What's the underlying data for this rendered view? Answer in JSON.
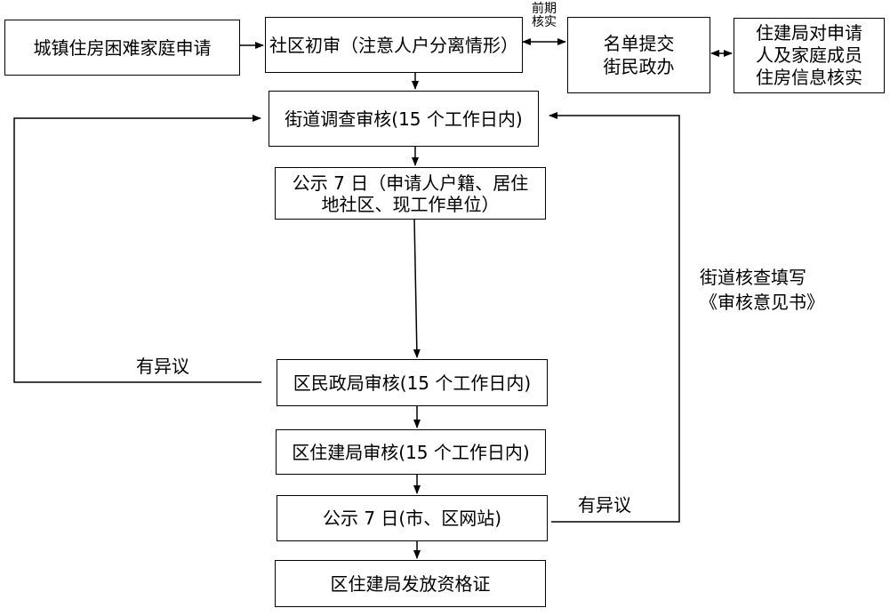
{
  "diagram": {
    "nodes": {
      "apply": "城镇住房困难家庭申请",
      "community_review": "社区初审（注意人户分离情形）",
      "submit_list": "名单提交\n街民政办",
      "housing_verify": "住建局对申请\n人及家庭成员\n住房信息核实",
      "street_review": "街道调查审核(15 个工作日内)",
      "publicize_local": "公示 7 日（申请人户籍、居住\n地社区、现工作单位）",
      "civil_affairs_review": "区民政局审核(15 个工作日内)",
      "housing_bureau_review": "区住建局审核(15 个工作日内)",
      "publicize_web": "公示 7 日(市、区网站)",
      "issue_certificate": "区住建局发放资格证"
    },
    "edge_labels": {
      "pre_verify": "前期\n核实",
      "objection_left": "有异议",
      "objection_right": "有异议",
      "street_opinion": "街道核查填写\n《审核意见书》"
    }
  }
}
